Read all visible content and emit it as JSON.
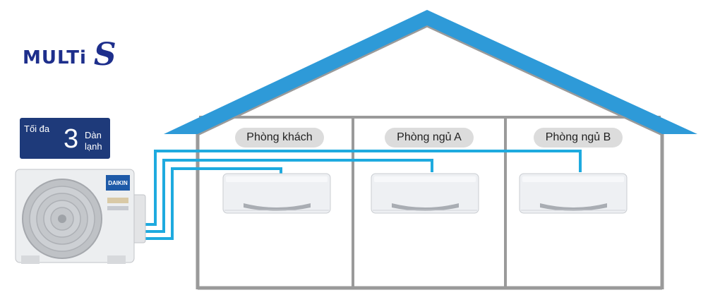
{
  "logo": {
    "word": "MULTi",
    "letter": "S"
  },
  "badge": {
    "prefix": "Tối đa",
    "number": "3",
    "word_line1": "Dàn",
    "word_line2": "lạnh"
  },
  "rooms": [
    {
      "label": "Phòng khách"
    },
    {
      "label": "Phòng ngủ A"
    },
    {
      "label": "Phòng ngủ B"
    }
  ],
  "outdoor_unit": {
    "brand": "DAIKIN"
  },
  "colors": {
    "roof": "#2e9ad8",
    "pipe": "#1eaadf",
    "wall": "#9a9a9a",
    "label_bg": "#dcdcdc",
    "badge_bg": "#1e3a7a",
    "logo": "#1e2f8c"
  }
}
